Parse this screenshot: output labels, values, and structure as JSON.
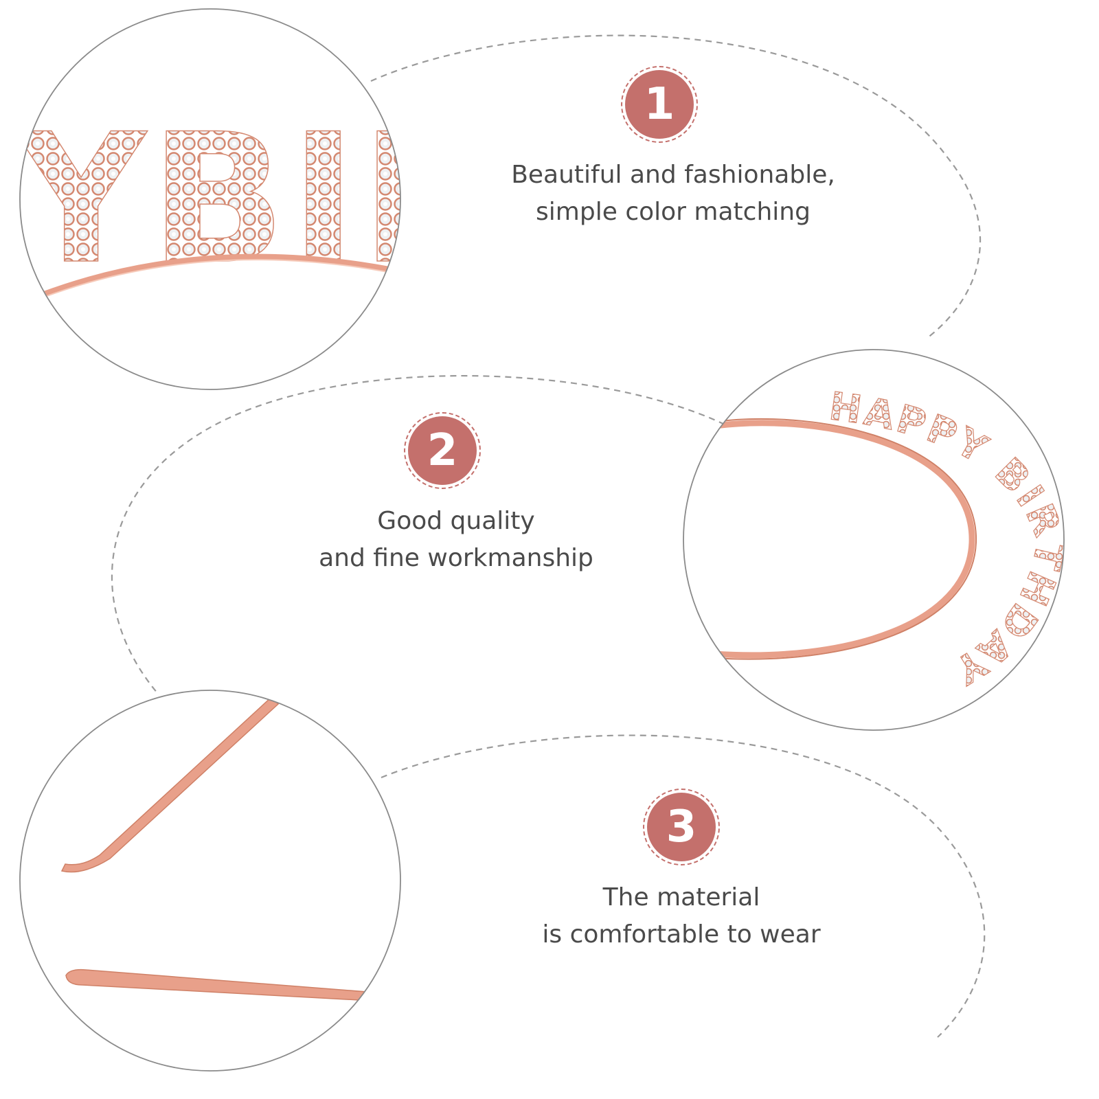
{
  "colors": {
    "badge_fill": "#c4706c",
    "badge_ring": "#c4706c",
    "text": "#4a4a4a",
    "rose_gold": "#e8a08a",
    "rose_gold_dark": "#cf8066",
    "rhinestone": "#e9ecef",
    "dashed_line": "#9a9a9a"
  },
  "features": [
    {
      "number": "1",
      "line1": "Beautiful and fashionable,",
      "line2": "simple color matching"
    },
    {
      "number": "2",
      "line1": "Good quality",
      "line2": "and fine workmanship"
    },
    {
      "number": "3",
      "line1": "The material",
      "line2": "is comfortable to wear"
    }
  ],
  "images": {
    "closeup_letters": "YBIR",
    "tiara_text": "HAPPY BIRTHDAY"
  }
}
